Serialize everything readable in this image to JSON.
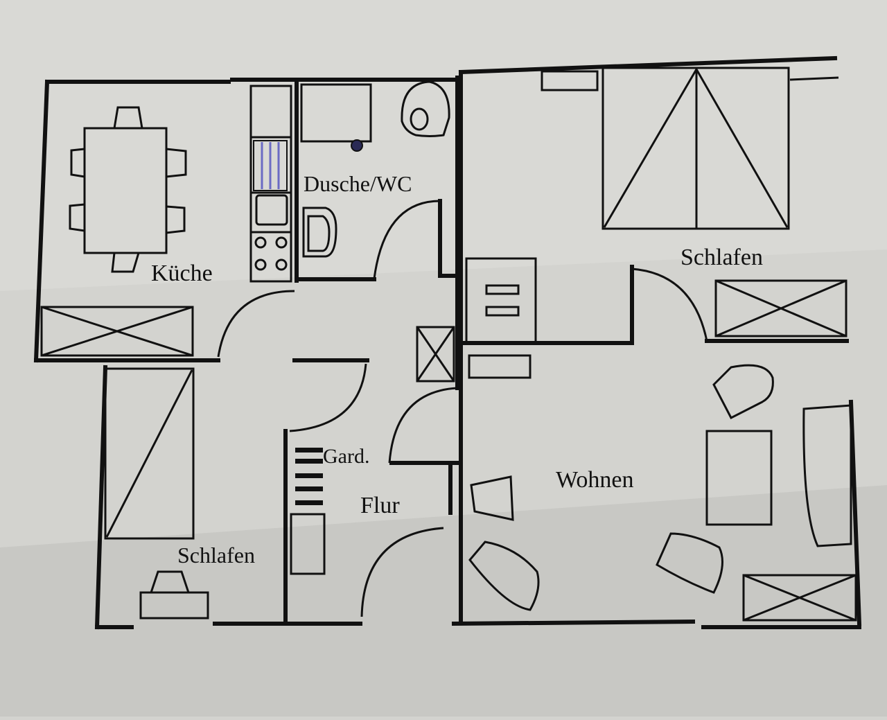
{
  "plan": {
    "rooms": {
      "kueche": "Küche",
      "dusche_wc": "Dusche/WC",
      "schlafen_right": "Schlafen",
      "schlafen_left": "Schlafen",
      "wohnen": "Wohnen",
      "flur": "Flur",
      "gard": "Gard."
    }
  },
  "colors": {
    "paper": "#d3d3cf",
    "ink": "#111111",
    "towel_rack": "#6b6bc4"
  }
}
